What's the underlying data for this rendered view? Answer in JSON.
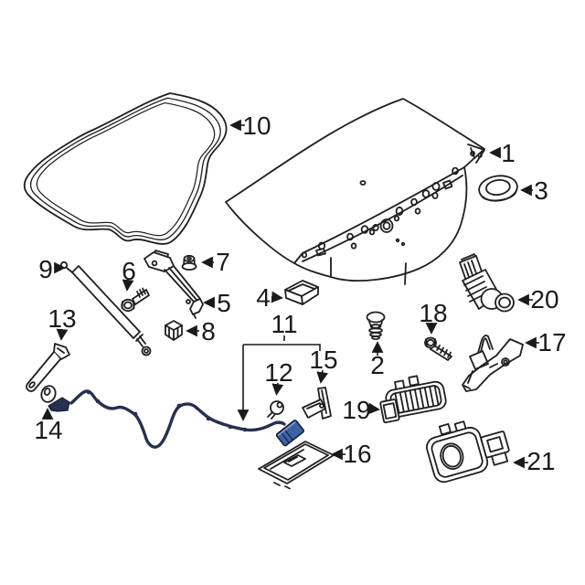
{
  "diagram": {
    "type": "exploded-parts-diagram",
    "subject": "trunk lid components line drawing",
    "background_color": "#ffffff",
    "line_color": "#1f1f1f",
    "label_color": "#1a1a1a",
    "highlight": {
      "cable_color": "#26304f",
      "connector_color": "#3c61a5",
      "connector_bevel": "#8fa7d3"
    },
    "callouts": [
      {
        "label": "1"
      },
      {
        "label": "2"
      },
      {
        "label": "3"
      },
      {
        "label": "4"
      },
      {
        "label": "5"
      },
      {
        "label": "6"
      },
      {
        "label": "7"
      },
      {
        "label": "8"
      },
      {
        "label": "9"
      },
      {
        "label": "10"
      },
      {
        "label": "11"
      },
      {
        "label": "12"
      },
      {
        "label": "13"
      },
      {
        "label": "14"
      },
      {
        "label": "15"
      },
      {
        "label": "16"
      },
      {
        "label": "17"
      },
      {
        "label": "18"
      },
      {
        "label": "19"
      },
      {
        "label": "20"
      },
      {
        "label": "21"
      }
    ]
  }
}
